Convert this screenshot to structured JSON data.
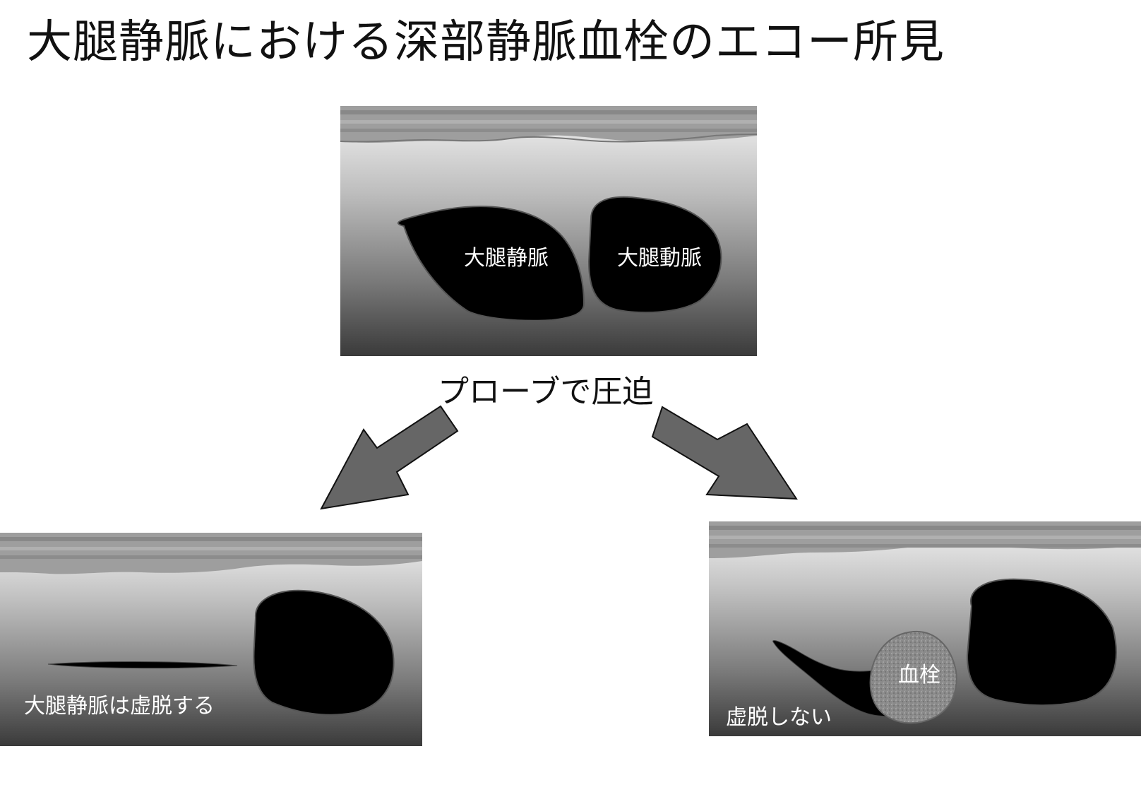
{
  "title": "大腿静脈における深部静脈血栓のエコー所見",
  "top_panel": {
    "vein_label": "大腿静脈",
    "artery_label": "大腿動脈"
  },
  "caption": "プローブで圧迫",
  "left_panel": {
    "label": "大腿静脈は虚脱する"
  },
  "right_panel": {
    "thrombus_label": "血栓",
    "label": "虚脱しない"
  },
  "colors": {
    "vessel": "#000000",
    "arrow_fill": "#666666",
    "thrombus": "#8a8a8a"
  }
}
